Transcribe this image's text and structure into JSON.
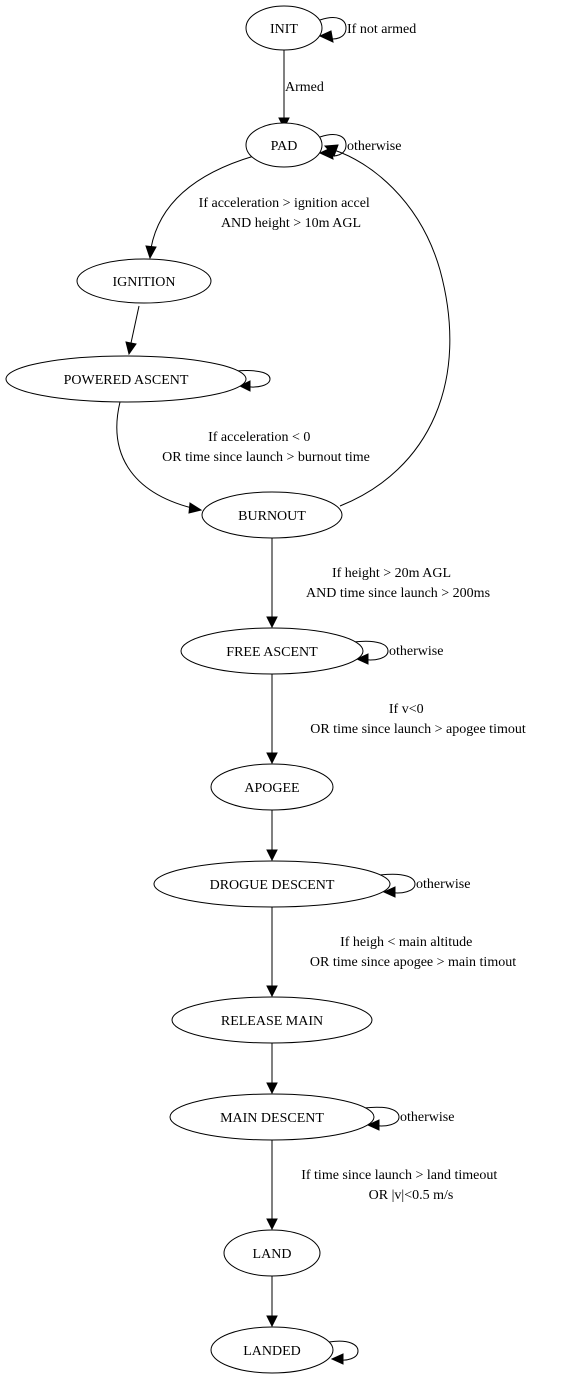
{
  "states": {
    "init": "INIT",
    "pad": "PAD",
    "ignition": "IGNITION",
    "powered_ascent": "POWERED ASCENT",
    "burnout": "BURNOUT",
    "free_ascent": "FREE ASCENT",
    "apogee": "APOGEE",
    "drogue_descent": "DROGUE DESCENT",
    "release_main": "RELEASE MAIN",
    "main_descent": "MAIN DESCENT",
    "land": "LAND",
    "landed": "LANDED"
  },
  "transitions": {
    "init_self": "If not armed",
    "init_to_pad": "Armed",
    "pad_self": "otherwise",
    "pad_to_ignition": [
      "If acceleration > ignition accel",
      "AND height > 10m AGL"
    ],
    "powered_to_burnout": [
      "If acceleration < 0",
      "OR time since launch > burnout time"
    ],
    "burnout_to_free": [
      "If height > 20m AGL",
      "AND time since launch > 200ms"
    ],
    "free_self": "otherwise",
    "free_to_apogee": [
      "If v<0",
      "OR time since launch > apogee timout"
    ],
    "drogue_self": "otherwise",
    "drogue_to_release": [
      "If heigh < main altitude",
      "OR time since apogee > main timout"
    ],
    "main_self": "otherwise",
    "main_to_land": [
      "If time since launch > land timeout",
      "OR |v|<0.5 m/s"
    ]
  }
}
